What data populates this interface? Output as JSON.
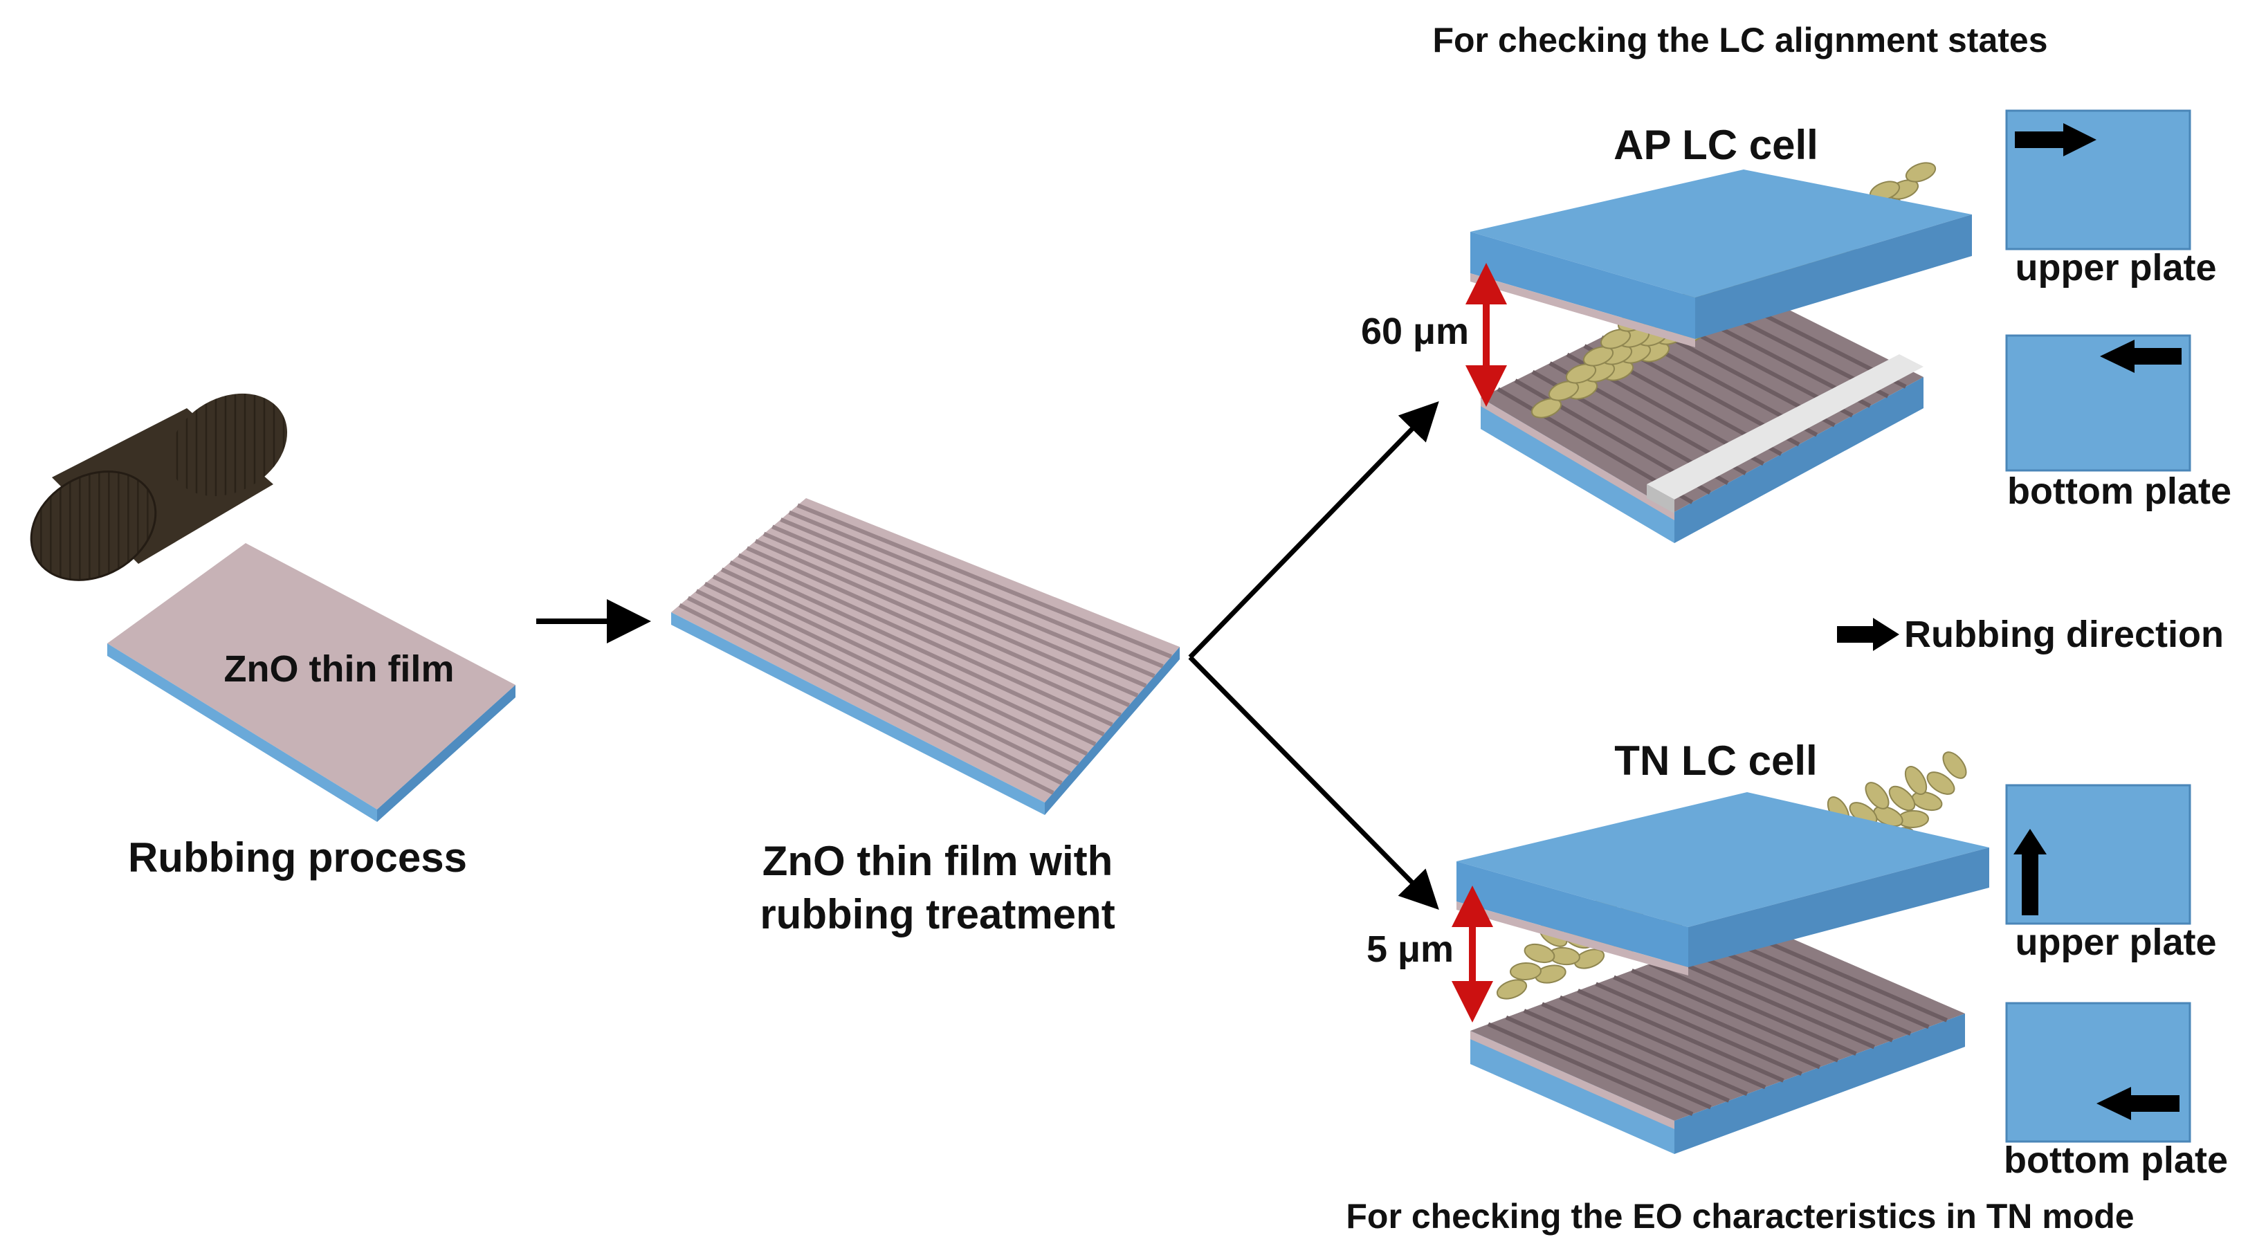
{
  "title_top": "For checking the LC alignment states",
  "title_bottom": "For checking the EO characteristics in TN mode",
  "step1": {
    "film_label": "ZnO thin film",
    "caption": "Rubbing process"
  },
  "step2": {
    "caption_line1": "ZnO thin film with",
    "caption_line2": "rubbing treatment"
  },
  "ap_cell": {
    "title": "AP LC cell",
    "gap": "60 μm"
  },
  "tn_cell": {
    "title": "TN LC cell",
    "gap": "5 μm"
  },
  "plates": {
    "upper_label": "upper plate",
    "bottom_label": "bottom plate",
    "ap_upper_arrow": "right",
    "ap_bottom_arrow": "left",
    "tn_upper_arrow": "up",
    "tn_bottom_arrow": "left"
  },
  "legend": {
    "label": "Rubbing direction",
    "icon": "black-arrow-icon"
  },
  "colors": {
    "glass_blue": "#6aa9d9",
    "zno_film": "#c7b2b6",
    "liquid_crystal": "#c2b776",
    "roller": "#3a3024",
    "gap_arrow_red": "#cc1111",
    "spacer": "#e6e6e6"
  }
}
